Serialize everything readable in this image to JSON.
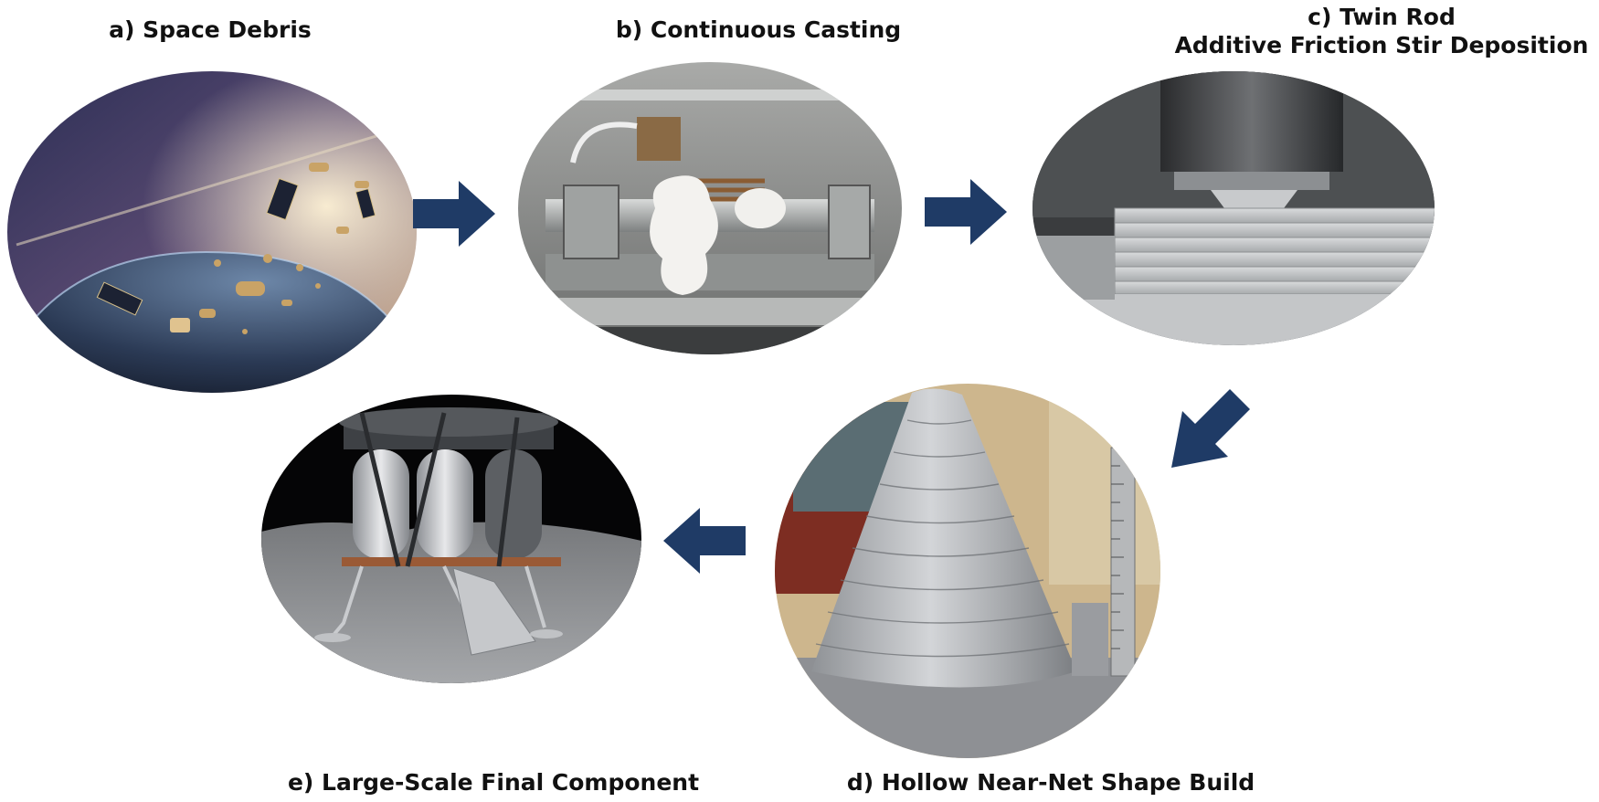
{
  "colors": {
    "arrow": "#1f3b66"
  },
  "steps": {
    "a": {
      "label": "a) Space Debris"
    },
    "b": {
      "label": "b) Continuous Casting"
    },
    "c": {
      "line1": "c) Twin Rod",
      "line2": "Additive Friction Stir Deposition"
    },
    "d": {
      "label": "d) Hollow Near-Net Shape Build"
    },
    "e": {
      "label": "e) Large-Scale Final Component"
    }
  }
}
